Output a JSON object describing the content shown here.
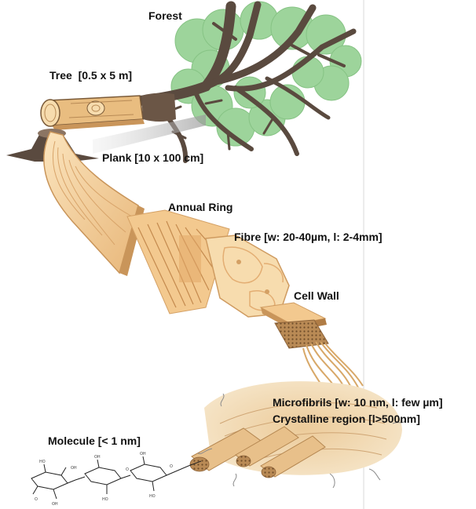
{
  "labels": {
    "forest": "Forest",
    "tree": "Tree  [0.5 x 5 m]",
    "plank": "Plank [10 x 100 cm]",
    "annual_ring": "Annual Ring",
    "fibre": "Fibre [w: 20-40µm, l: 2-4mm]",
    "cell_wall": "Cell Wall",
    "microfibrils": "Microfibrils [w: 10 nm, l: few µm]",
    "crystalline_region": "Crystalline region [l>500nm]",
    "molecule": "Molecule [< 1 nm]"
  },
  "colors": {
    "foliage": "#9dd49b",
    "foliage_edge": "#7fbf7d",
    "bark": "#5a4a3f",
    "wood_light": "#f7dcae",
    "wood_mid": "#e9bd80",
    "wood_dark": "#c9955a",
    "fibril": "#d8a868",
    "molecule": "#222222"
  }
}
